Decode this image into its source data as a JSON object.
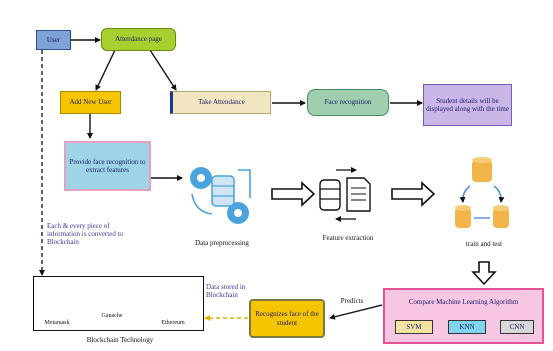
{
  "nodes": {
    "user": "User",
    "attendance_page": "Attendance page",
    "add_new_user": "Add New User",
    "take_attendance": "Take Attendance",
    "face_recognition": "Face recognition",
    "student_details": "Student details will be displayed along with the time",
    "provide_face": "Provide face recognition to extract features",
    "data_preprocessing": "Data preprocessing",
    "feature_extraction": "Feature extraction",
    "train_test": "train and test",
    "compare_ml": "Compare Machine Learning Algorithm",
    "svm": "SVM",
    "knn": "KNN",
    "cnn": "CNN",
    "recognizes_face": "Recognizes face of the student",
    "blockchain_tech": "Blockchain Technology",
    "metamask": "Metamask",
    "ganache": "Ganache",
    "ethereum": "Ethereum"
  },
  "annotations": {
    "hash_note": "Each & every piece of information is converted to Blockchain",
    "data_stored": "Data stored in Blockchain",
    "predicts": "Predicts"
  },
  "colors": {
    "user": "#7fa3d6",
    "attendance_page": "#a6d02e",
    "add_new_user": "#f7c400",
    "take_attendance": "#f2e6c2",
    "face_recognition": "#9fcfae",
    "student_details": "#c9b7e8",
    "provide_face": "#9fd3e6",
    "compare_ml": "#f6c6e2",
    "compare_border": "#e4539a",
    "svm": "#f5e3a0",
    "knn": "#7fd6ee",
    "cnn": "#d8d8d8",
    "recognizes_face": "#f7c400",
    "arrow": "#111111",
    "dashed": "#e0b000",
    "gear": "#4aa3df",
    "db_orange": "#f3b54a",
    "db_blue": "#4a90d9",
    "metamask": "#f28a2a",
    "ganache": "#b07a3c",
    "ethereum": "#3c5aa8"
  }
}
